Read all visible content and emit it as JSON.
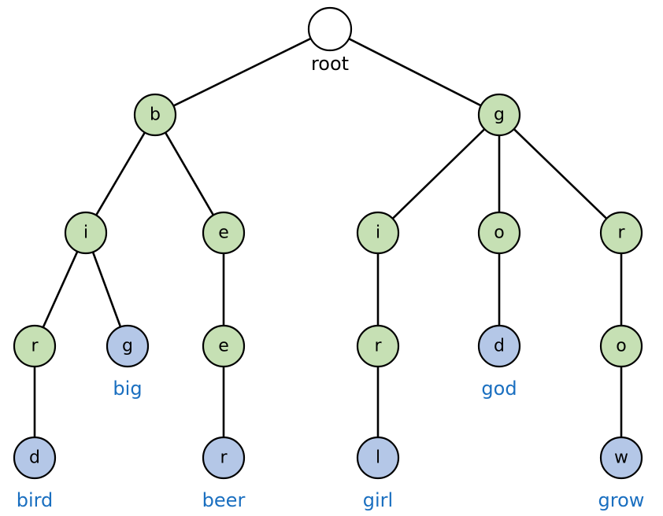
{
  "colors": {
    "internal_fill": "#c6e0b4",
    "terminal_fill": "#b4c7e7",
    "root_fill": "#ffffff",
    "word_color": "#1a6fc0"
  },
  "root_label": "root",
  "nodes": [
    {
      "id": "root",
      "letter": "",
      "kind": "root"
    },
    {
      "id": "b",
      "letter": "b",
      "kind": "internal"
    },
    {
      "id": "g",
      "letter": "g",
      "kind": "internal"
    },
    {
      "id": "bi",
      "letter": "i",
      "kind": "internal"
    },
    {
      "id": "be",
      "letter": "e",
      "kind": "internal"
    },
    {
      "id": "gi",
      "letter": "i",
      "kind": "internal"
    },
    {
      "id": "go",
      "letter": "o",
      "kind": "internal"
    },
    {
      "id": "gr",
      "letter": "r",
      "kind": "internal"
    },
    {
      "id": "bir",
      "letter": "r",
      "kind": "internal"
    },
    {
      "id": "big",
      "letter": "g",
      "kind": "terminal"
    },
    {
      "id": "bee",
      "letter": "e",
      "kind": "internal"
    },
    {
      "id": "gir",
      "letter": "r",
      "kind": "internal"
    },
    {
      "id": "god",
      "letter": "d",
      "kind": "terminal"
    },
    {
      "id": "gro",
      "letter": "o",
      "kind": "internal"
    },
    {
      "id": "bird",
      "letter": "d",
      "kind": "terminal"
    },
    {
      "id": "beer",
      "letter": "r",
      "kind": "terminal"
    },
    {
      "id": "girl",
      "letter": "l",
      "kind": "terminal"
    },
    {
      "id": "grow",
      "letter": "w",
      "kind": "terminal"
    }
  ],
  "edges": [
    [
      "root",
      "b"
    ],
    [
      "root",
      "g"
    ],
    [
      "b",
      "bi"
    ],
    [
      "b",
      "be"
    ],
    [
      "g",
      "gi"
    ],
    [
      "g",
      "go"
    ],
    [
      "g",
      "gr"
    ],
    [
      "bi",
      "bir"
    ],
    [
      "bi",
      "big"
    ],
    [
      "be",
      "bee"
    ],
    [
      "gi",
      "gir"
    ],
    [
      "go",
      "god"
    ],
    [
      "gr",
      "gro"
    ],
    [
      "bir",
      "bird"
    ],
    [
      "bee",
      "beer"
    ],
    [
      "gir",
      "girl"
    ],
    [
      "gro",
      "grow"
    ]
  ],
  "words": [
    {
      "node": "big",
      "text": "big"
    },
    {
      "node": "god",
      "text": "god"
    },
    {
      "node": "bird",
      "text": "bird"
    },
    {
      "node": "beer",
      "text": "beer"
    },
    {
      "node": "girl",
      "text": "girl"
    },
    {
      "node": "grow",
      "text": "grow"
    }
  ]
}
